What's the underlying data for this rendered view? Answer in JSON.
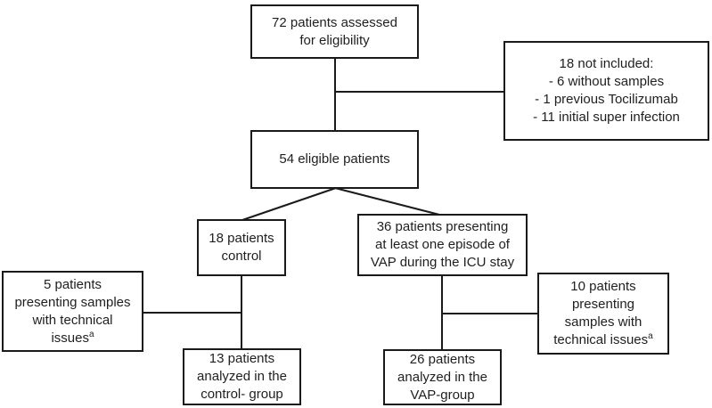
{
  "colors": {
    "line": "#1a1a1a",
    "text": "#1f1f1f",
    "background": "#ffffff"
  },
  "boxes": {
    "assessed": {
      "text": "72 patients assessed\nfor eligibility"
    },
    "not_included": {
      "text": "18 not included:\n- 6 without samples\n- 1 previous Tocilizumab\n- 11 initial super infection"
    },
    "eligible": {
      "text": "54 eligible patients"
    },
    "control": {
      "text": "18 patients\ncontrol"
    },
    "vap": {
      "text": "36 patients presenting\nat least one episode of\nVAP during the ICU stay"
    },
    "control_tech": {
      "text": "5 patients\npresenting samples\nwith technical\nissues",
      "sup": "a"
    },
    "vap_tech": {
      "text": "10 patients\npresenting\nsamples with\ntechnical issues",
      "sup": "a"
    },
    "control_analyzed": {
      "text": "13 patients\nanalyzed in the\ncontrol- group"
    },
    "vap_analyzed": {
      "text": "26 patients\nanalyzed in the\nVAP-group"
    }
  }
}
